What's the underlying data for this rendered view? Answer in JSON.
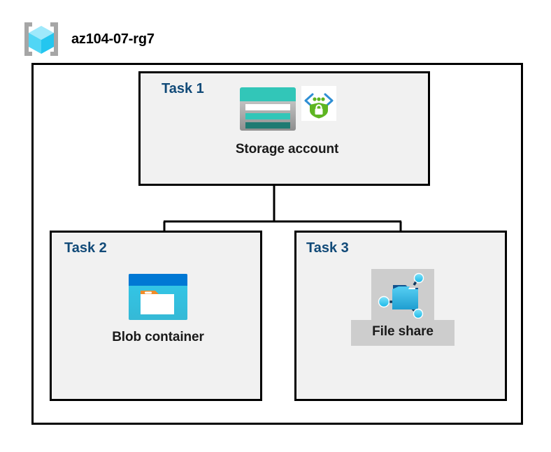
{
  "header": {
    "icon": "resource-group-icon",
    "title": "az104-07-rg7"
  },
  "diagram": {
    "type": "hierarchy",
    "boundary_name": "resource-group-boundary",
    "root": {
      "task_label": "Task 1",
      "node_caption": "Storage account",
      "icons": [
        "storage-account-icon",
        "secure-endpoint-shield-icon"
      ]
    },
    "children": [
      {
        "task_label": "Task 2",
        "node_caption": "Blob container",
        "icons": [
          "blob-container-icon"
        ],
        "highlighted": false
      },
      {
        "task_label": "Task 3",
        "node_caption": "File share",
        "icons": [
          "file-share-icon"
        ],
        "highlighted": true
      }
    ]
  },
  "colors": {
    "task_label": "#114a78",
    "box_fill": "#f1f1f1",
    "box_border": "#000000",
    "canvas": "#ffffff",
    "selection_highlight": "#cdcdcd",
    "storage_teal": "#32c6b8",
    "storage_teal_dark": "#1f7a72",
    "blob_blue": "#0078d4",
    "blob_cyan": "#32c8ea",
    "blob_orange": "#f08c28",
    "shield_green": "#5eb522",
    "bracket_blue": "#2f8fd4",
    "fileshare_blue": "#2fb8e8",
    "rg_cube_cyan": "#51d6f5",
    "rg_bracket_gray": "#a6a6a6"
  }
}
